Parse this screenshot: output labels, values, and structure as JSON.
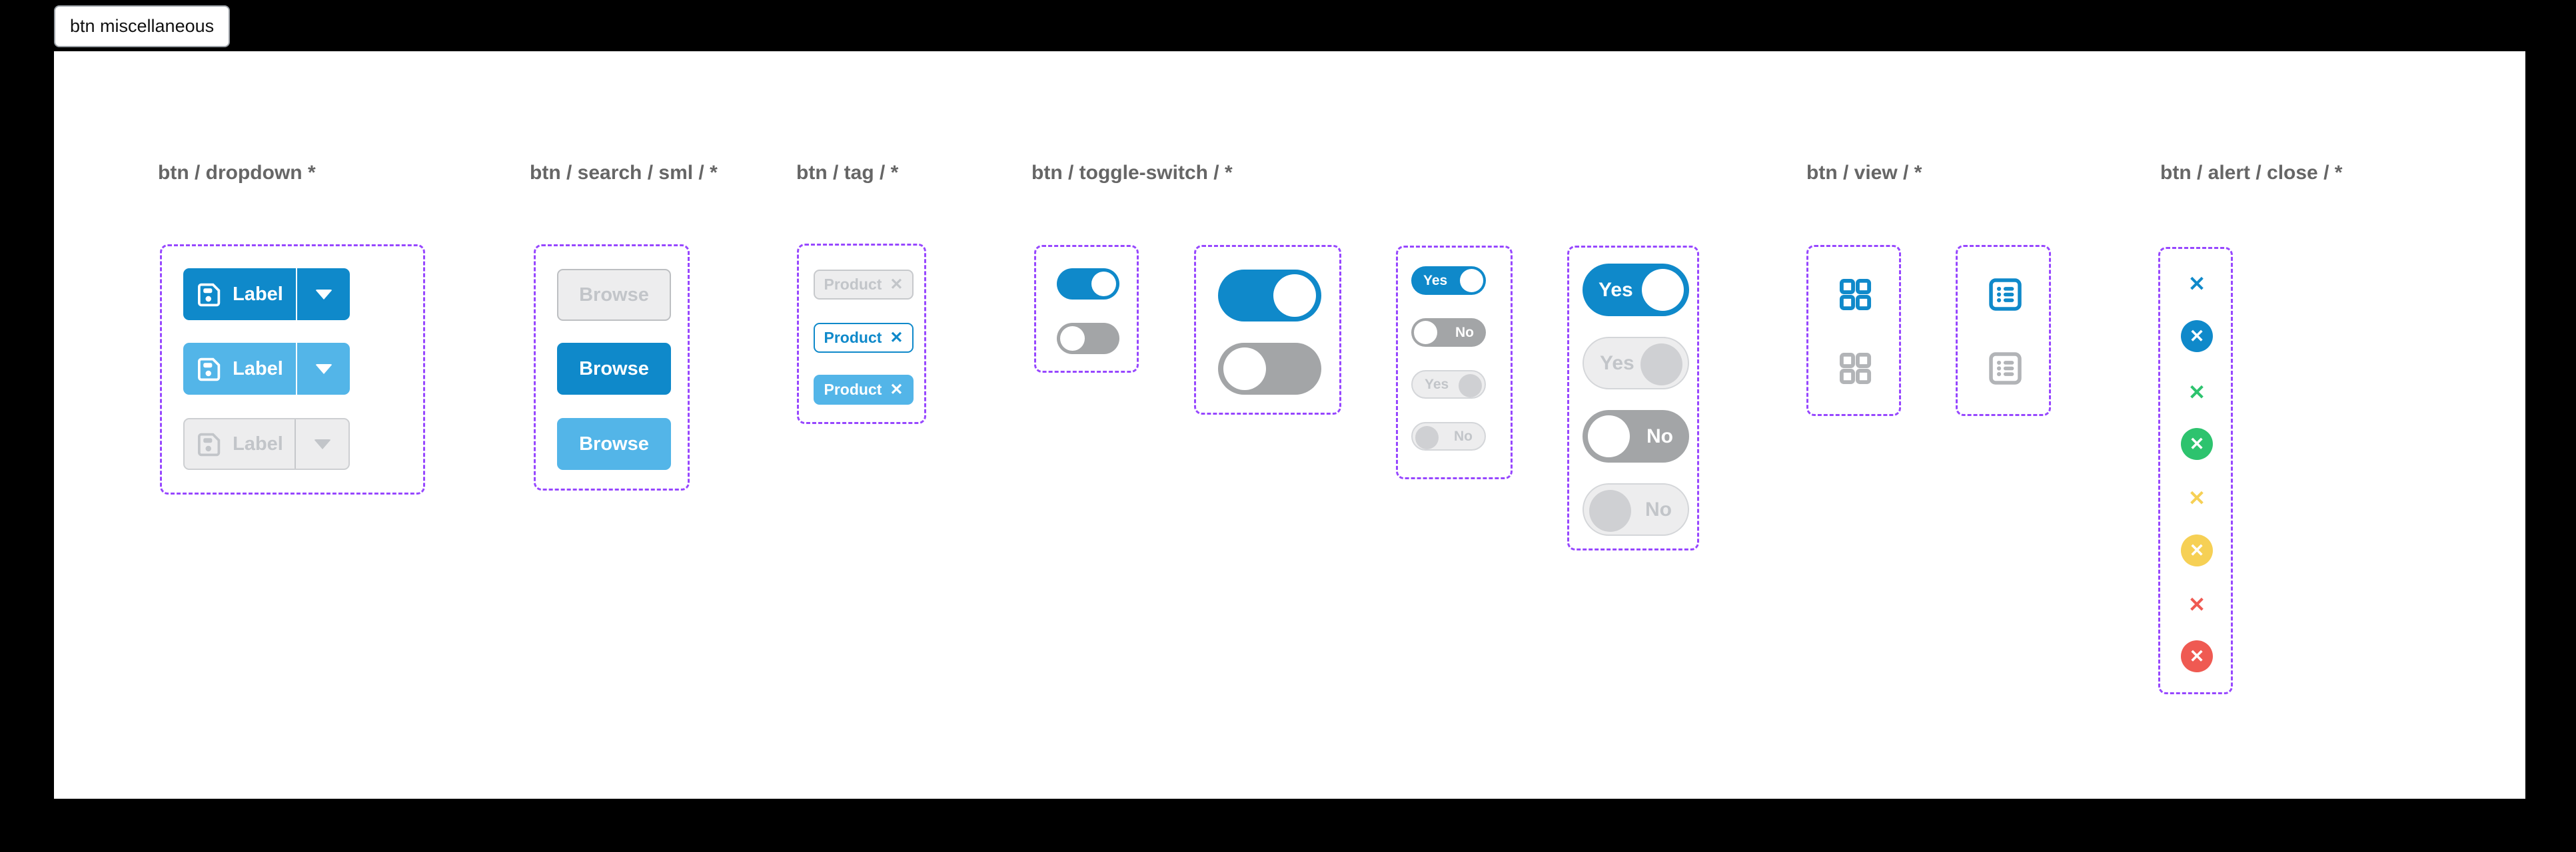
{
  "tab": {
    "label": "btn miscellaneous"
  },
  "icons": {
    "close": "✕",
    "caret": "caret-down",
    "save": "save-floppy",
    "grid": "grid-view",
    "list": "list-view"
  },
  "colors": {
    "primary-blue": "#0f89ca",
    "light-blue": "#53b5e8",
    "toggle-gray": "#a3a5a7",
    "disabled-bg": "#ededee",
    "disabled-border": "#cdcfd2",
    "disabled-text": "#c2c5c9",
    "disabled-knob": "#cfd0d3",
    "green": "#2dc36e",
    "yellow": "#f6d055",
    "red": "#ef5a52",
    "purple": "#9747ff",
    "heading": "#666666",
    "icon-gray": "#b2b4b7"
  },
  "sections": {
    "dropdown": {
      "heading": "btn / dropdown *",
      "buttons": [
        {
          "label": "Label",
          "variant": "primary"
        },
        {
          "label": "Label",
          "variant": "secondary"
        },
        {
          "label": "Label",
          "variant": "disabled"
        }
      ]
    },
    "search": {
      "heading": "btn / search / sml / *",
      "buttons": [
        {
          "label": "Browse",
          "variant": "disabled"
        },
        {
          "label": "Browse",
          "variant": "primary"
        },
        {
          "label": "Browse",
          "variant": "secondary"
        }
      ]
    },
    "tag": {
      "heading": "btn / tag / *",
      "tags": [
        {
          "label": "Product",
          "variant": "disabled"
        },
        {
          "label": "Product",
          "variant": "outline"
        },
        {
          "label": "Product",
          "variant": "filled"
        }
      ]
    },
    "toggle": {
      "heading": "btn / toggle-switch / *",
      "group1": [
        {
          "state": "on"
        },
        {
          "state": "off"
        }
      ],
      "group2": [
        {
          "state": "on"
        },
        {
          "state": "off"
        }
      ],
      "group3": [
        {
          "label": "Yes",
          "state": "on"
        },
        {
          "label": "No",
          "state": "off"
        },
        {
          "label": "Yes",
          "state": "disabled-on"
        },
        {
          "label": "No",
          "state": "disabled-off"
        }
      ],
      "group4": [
        {
          "label": "Yes",
          "state": "on"
        },
        {
          "label": "Yes",
          "state": "disabled-on"
        },
        {
          "label": "No",
          "state": "off"
        },
        {
          "label": "No",
          "state": "disabled-off"
        }
      ]
    },
    "view": {
      "heading": "btn / view / *",
      "icons": [
        "grid-active",
        "grid-inactive",
        "list-active",
        "list-inactive"
      ]
    },
    "alert": {
      "heading": "btn / alert / close / *",
      "items": [
        {
          "color": "blue",
          "style": "plain"
        },
        {
          "color": "blue",
          "style": "circle"
        },
        {
          "color": "green",
          "style": "plain"
        },
        {
          "color": "green",
          "style": "circle"
        },
        {
          "color": "yellow",
          "style": "plain"
        },
        {
          "color": "yellow",
          "style": "circle"
        },
        {
          "color": "red",
          "style": "plain"
        },
        {
          "color": "red",
          "style": "circle"
        }
      ]
    }
  }
}
